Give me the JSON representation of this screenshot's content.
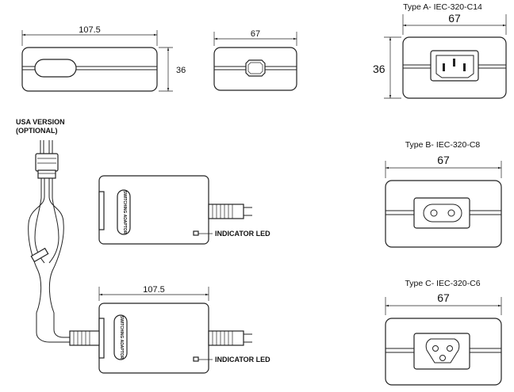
{
  "dimensions": {
    "length": "107.5",
    "width": "67",
    "height": "36"
  },
  "labels": {
    "usa_version_line1": "USA VERSION",
    "usa_version_line2": "(OPTIONAL)",
    "indicator_led": "INDICATOR LED",
    "switching_adaptor": "SWITCHING ADAPTOR"
  },
  "types": {
    "a": "Type A- IEC-320-C14",
    "b": "Type B- IEC-320-C8",
    "c": "Type C- IEC-320-C6"
  }
}
